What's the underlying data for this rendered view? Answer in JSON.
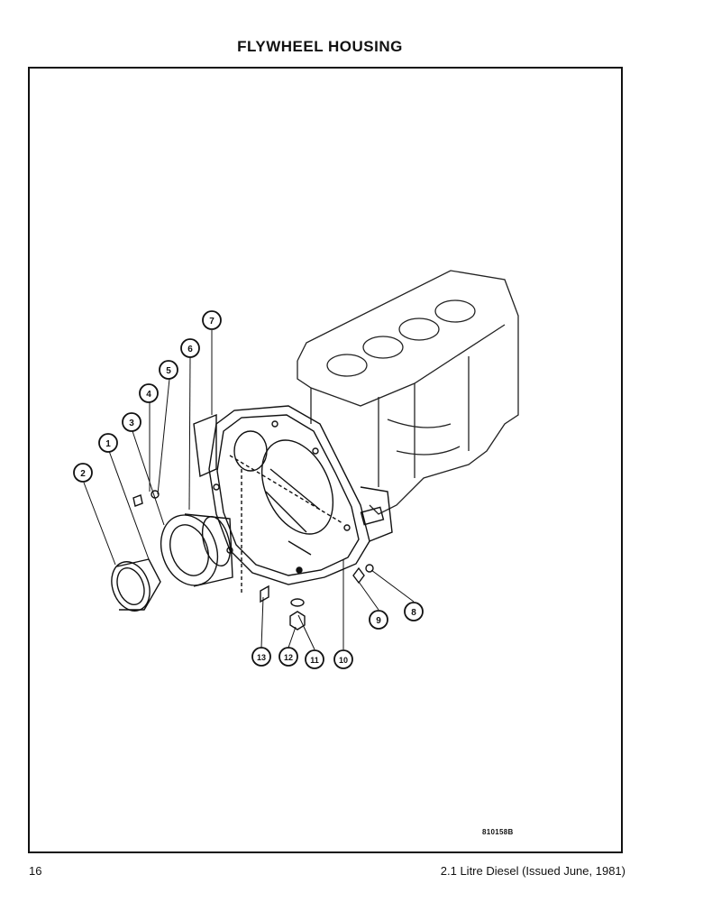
{
  "page": {
    "title": "FLYWHEEL HOUSING",
    "page_number": "16",
    "footer_right": "2.1 Litre Diesel (Issued June, 1981)",
    "figure_code": "810158B"
  },
  "callouts": [
    "1",
    "2",
    "3",
    "4",
    "5",
    "6",
    "7",
    "8",
    "9",
    "10",
    "11",
    "12",
    "13"
  ]
}
